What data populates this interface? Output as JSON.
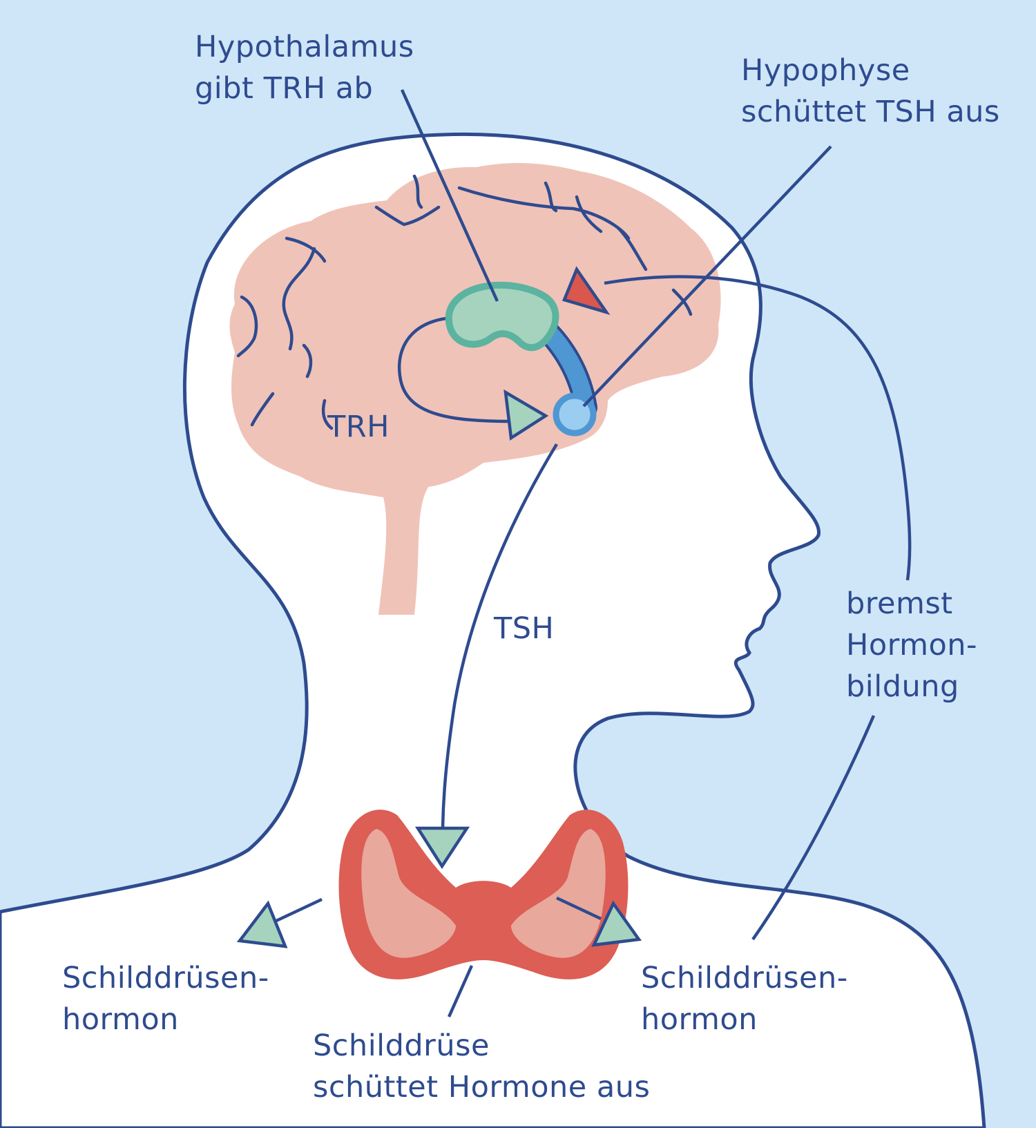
{
  "labels": {
    "hypothalamus": [
      "Hypothalamus",
      "gibt TRH ab"
    ],
    "hypophyse": [
      "Hypophyse",
      "schüttet TSH aus"
    ],
    "trh": "TRH",
    "tsh": "TSH",
    "feedback": [
      "bremst",
      "Hormon-",
      "bildung"
    ],
    "hormone_left": [
      "Schilddrüsen-",
      "hormon"
    ],
    "hormone_right": [
      "Schilddrüsen-",
      "hormon"
    ],
    "thyroid": [
      "Schilddrüse",
      "schüttet Hormone aus"
    ]
  },
  "colors": {
    "background": "#cfe6f8",
    "outline": "#2e4b8f",
    "brain": "#f0c3b8",
    "hypothalamus_fill": "#a6d3bd",
    "hypothalamus_border": "#5bb3a0",
    "pituitary_stalk": "#4f97d3",
    "pituitary_fill": "#9bcdf1",
    "stimulating_arrow": "#a6d3bd",
    "inhibiting_arrow": "#d9574c",
    "thyroid_outer": "#dc5e55",
    "thyroid_inner": "#e8a89c"
  }
}
